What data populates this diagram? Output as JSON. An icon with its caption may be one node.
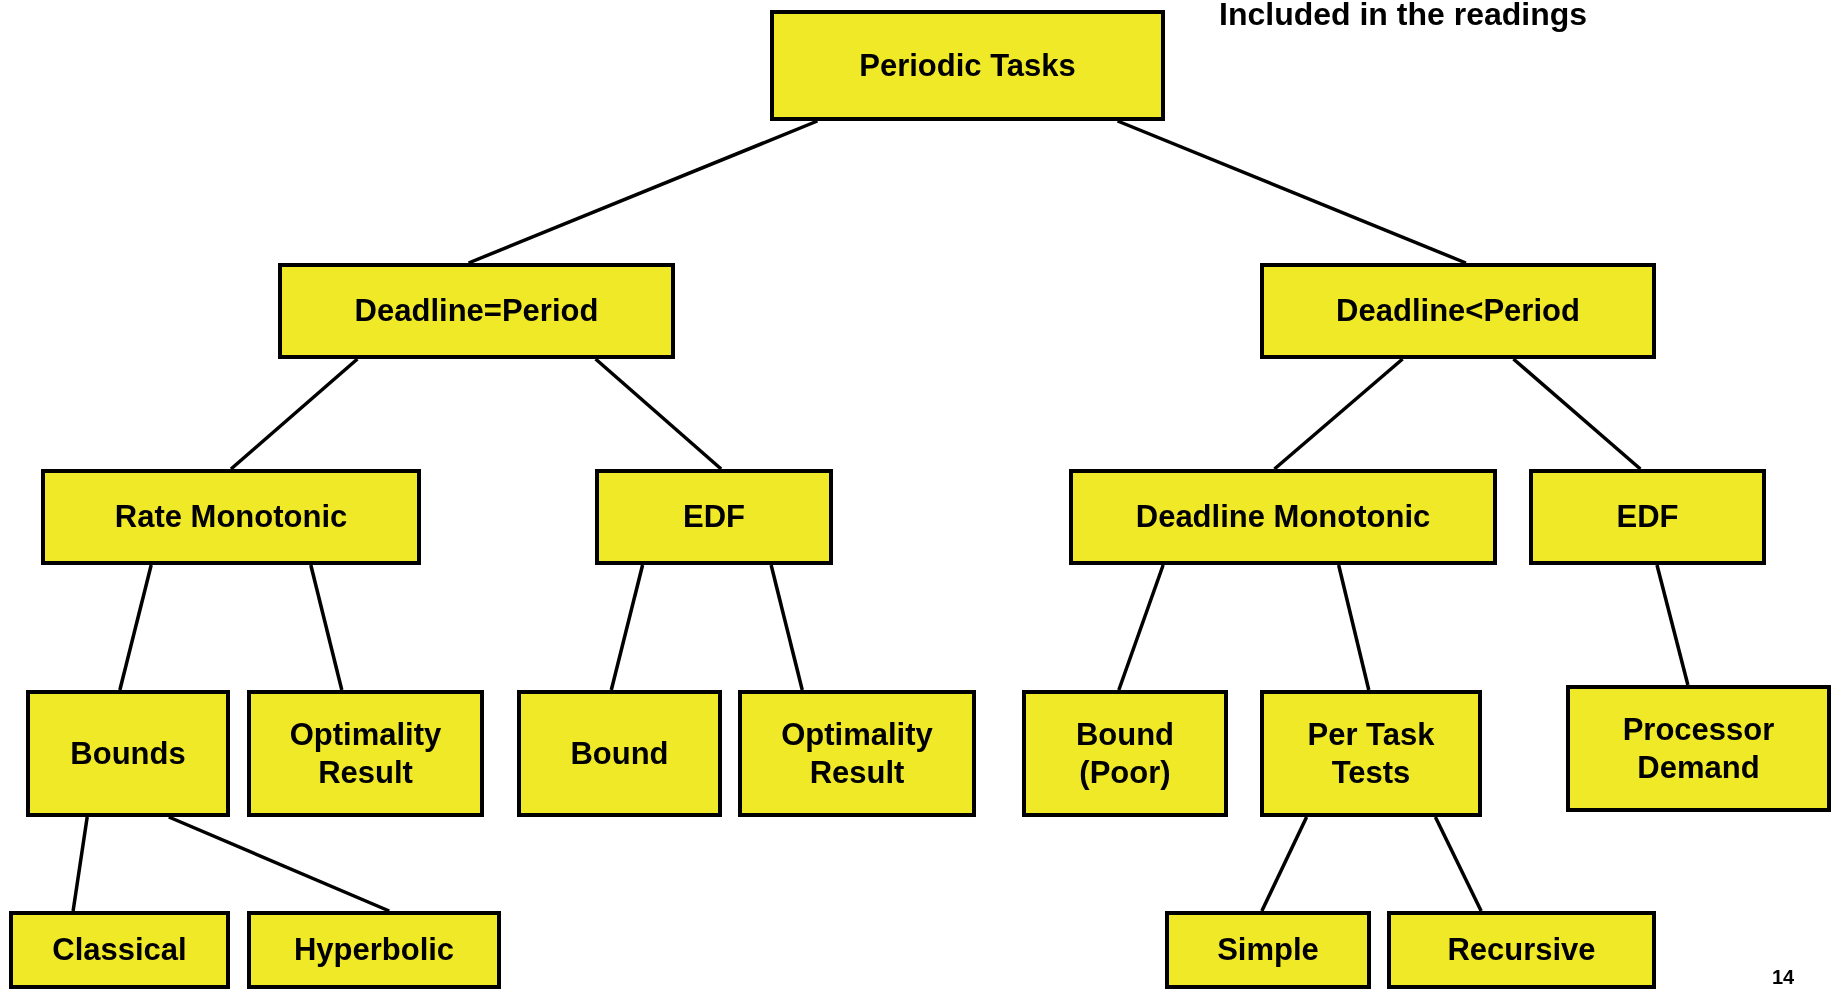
{
  "diagram": {
    "nodes": [
      {
        "text": [
          "Periodic Tasks"
        ]
      },
      {
        "text": [
          "Deadline=Period"
        ]
      },
      {
        "text": [
          "Deadline<Period"
        ]
      },
      {
        "text": [
          "Rate Monotonic"
        ]
      },
      {
        "text": [
          "EDF"
        ]
      },
      {
        "text": [
          "Deadline Monotonic"
        ]
      },
      {
        "text": [
          "EDF"
        ]
      },
      {
        "text": [
          "Bounds"
        ]
      },
      {
        "text": [
          "Optimality Result"
        ]
      },
      {
        "text": [
          "Bound"
        ]
      },
      {
        "text": [
          "Optimality Result"
        ]
      },
      {
        "text": [
          "Bound (Poor)"
        ]
      },
      {
        "text": [
          "Per Task Tests"
        ]
      },
      {
        "text": [
          "Processor Demand"
        ]
      },
      {
        "text": [
          "Classical"
        ]
      },
      {
        "text": [
          "Hyperbolic"
        ]
      },
      {
        "text": [
          "Simple"
        ]
      },
      {
        "text": [
          "Recursive"
        ]
      }
    ],
    "edges": [
      {
        "from": 0,
        "to": 1,
        "arrow": "none"
      },
      {
        "from": 0,
        "to": 2,
        "arrow": "none"
      },
      {
        "from": 1,
        "to": 3,
        "arrow": "none"
      },
      {
        "from": 1,
        "to": 4,
        "arrow": "none"
      },
      {
        "from": 2,
        "to": 5,
        "arrow": "none"
      },
      {
        "from": 2,
        "to": 6,
        "arrow": "none"
      },
      {
        "from": 3,
        "to": 7,
        "arrow": "none"
      },
      {
        "from": 3,
        "to": 8,
        "arrow": "none"
      },
      {
        "from": 4,
        "to": 9,
        "arrow": "none"
      },
      {
        "from": 4,
        "to": 10,
        "arrow": "none"
      },
      {
        "from": 5,
        "to": 11,
        "arrow": "none"
      },
      {
        "from": 5,
        "to": 12,
        "arrow": "none"
      },
      {
        "from": 6,
        "to": 13,
        "arrow": "none"
      },
      {
        "from": 7,
        "to": 14,
        "arrow": "none"
      },
      {
        "from": 7,
        "to": 15,
        "arrow": "none"
      },
      {
        "from": 12,
        "to": 16,
        "arrow": "none"
      },
      {
        "from": 12,
        "to": 17,
        "arrow": "none"
      }
    ],
    "labels": [
      "Included in the readings",
      "14"
    ]
  }
}
